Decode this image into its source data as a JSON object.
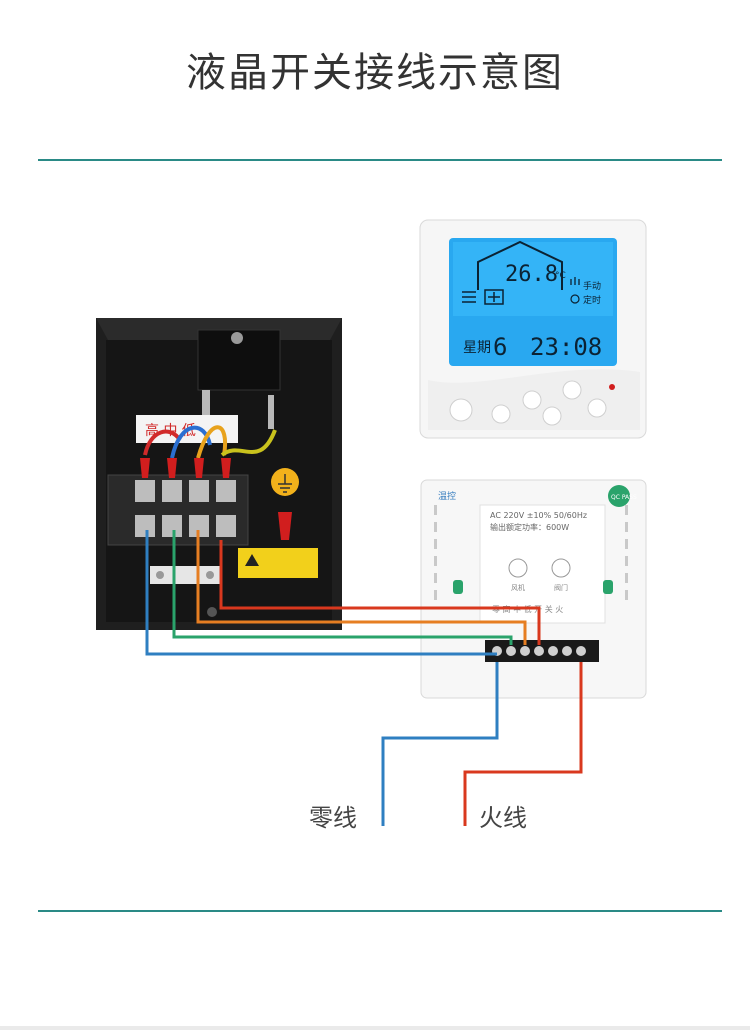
{
  "title": "液晶开关接线示意图",
  "labels": {
    "neutral": "零线",
    "live": "火线"
  },
  "thermostat": {
    "temperature": "26.8",
    "temperature_unit": "°C",
    "manual_label": "手动",
    "timer_label": "定时",
    "weekday_label": "星期",
    "weekday_value": "6",
    "clock": "23:08",
    "lcd_color": "#29a8f0"
  },
  "back_panel": {
    "brand": "温控",
    "spec_line1": "AC 220V ±10% 50/60Hz",
    "spec_line2": "输出额定功率：600W",
    "fan_label": "风机",
    "valve_label": "阀门",
    "terminal_caption": "零 高 中 低 开 关 火",
    "badge": "QC PASS"
  },
  "colors": {
    "accent_rule": "#2a8a86",
    "wire_blue": "#2f7fc1",
    "wire_green": "#2aa36b",
    "wire_orange": "#e67e22",
    "wire_red": "#d9381e"
  }
}
